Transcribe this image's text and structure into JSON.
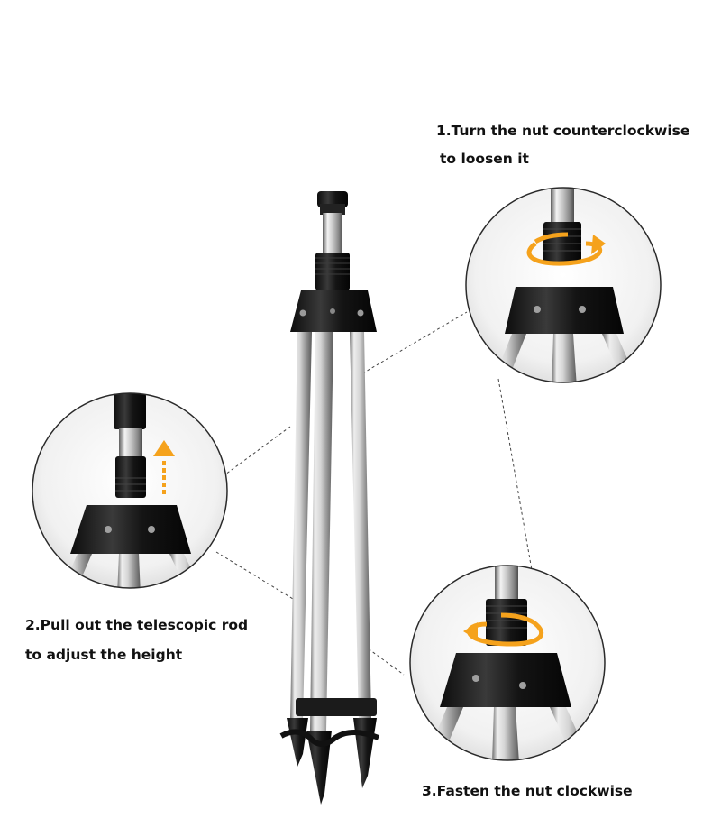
{
  "steps": [
    {
      "id": "step-1",
      "line1": "1.Turn the nut counterclockwise",
      "line2": "to loosen it"
    },
    {
      "id": "step-2",
      "line1": "2.Pull out the telescopic rod",
      "line2": "to adjust the height"
    },
    {
      "id": "step-3",
      "line1": "3.Fasten the nut clockwise"
    }
  ],
  "colors": {
    "background": "#ffffff",
    "text": "#111111",
    "arrow_orange": "#f5a21c",
    "plastic_black": "#1b1b1b",
    "steel_light": "#e8e8e8",
    "steel_dark": "#6b6b6b",
    "circle_border": "#2a2a2a",
    "callout_line": "#444444"
  },
  "icons": [
    "counterclockwise-rotate-arrow-icon",
    "pull-up-arrow-icon",
    "clockwise-rotate-arrow-icon"
  ]
}
